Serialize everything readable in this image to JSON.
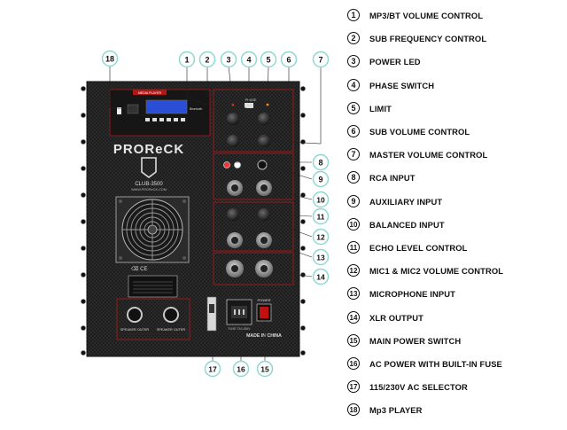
{
  "panel": {
    "media_player_label": "MEDIA PLAYER",
    "bluetooth_label": "Bluetooth",
    "phase_label": "PHASE",
    "brand": "PROReCK",
    "model": "CLUB-3500",
    "website": "WWW.PROReCK.COM",
    "made_in": "MADE IN CHINA",
    "power_label": "POWER",
    "speaker_outer_left": "SPEAKER OUTER",
    "speaker_outer_right": "SPEAKER OUTER",
    "fuse_label": "FUSE T8A 250V"
  },
  "callouts": [
    "18",
    "1",
    "2",
    "3",
    "4",
    "5",
    "6",
    "7",
    "8",
    "9",
    "10",
    "11",
    "12",
    "13",
    "14",
    "17",
    "16",
    "15"
  ],
  "legend": [
    {
      "num": "1",
      "label": "MP3/BT VOLUME CONTROL"
    },
    {
      "num": "2",
      "label": "SUB FREQUENCY CONTROL"
    },
    {
      "num": "3",
      "label": "POWER LED"
    },
    {
      "num": "4",
      "label": "PHASE SWITCH"
    },
    {
      "num": "5",
      "label": "LIMIT"
    },
    {
      "num": "6",
      "label": "SUB VOLUME CONTROL"
    },
    {
      "num": "7",
      "label": "MASTER VOLUME CONTROL"
    },
    {
      "num": "8",
      "label": "RCA INPUT"
    },
    {
      "num": "9",
      "label": "AUXILIARY INPUT"
    },
    {
      "num": "10",
      "label": "BALANCED INPUT"
    },
    {
      "num": "11",
      "label": "ECHO LEVEL CONTROL"
    },
    {
      "num": "12",
      "label": "MIC1 & MIC2 VOLUME CONTROL"
    },
    {
      "num": "13",
      "label": "MICROPHONE INPUT"
    },
    {
      "num": "14",
      "label": "XLR OUTPUT"
    },
    {
      "num": "15",
      "label": "MAIN POWER SWITCH"
    },
    {
      "num": "16",
      "label": "AC POWER WITH BUILT-IN FUSE"
    },
    {
      "num": "17",
      "label": "115/230V AC SELECTOR"
    },
    {
      "num": "18",
      "label": "Mp3 PLAYER"
    }
  ],
  "colors": {
    "callout_ring": "#8fd8d2",
    "panel": "#222222",
    "accent_red": "#b01818",
    "lcd": "#2a4fd6"
  }
}
